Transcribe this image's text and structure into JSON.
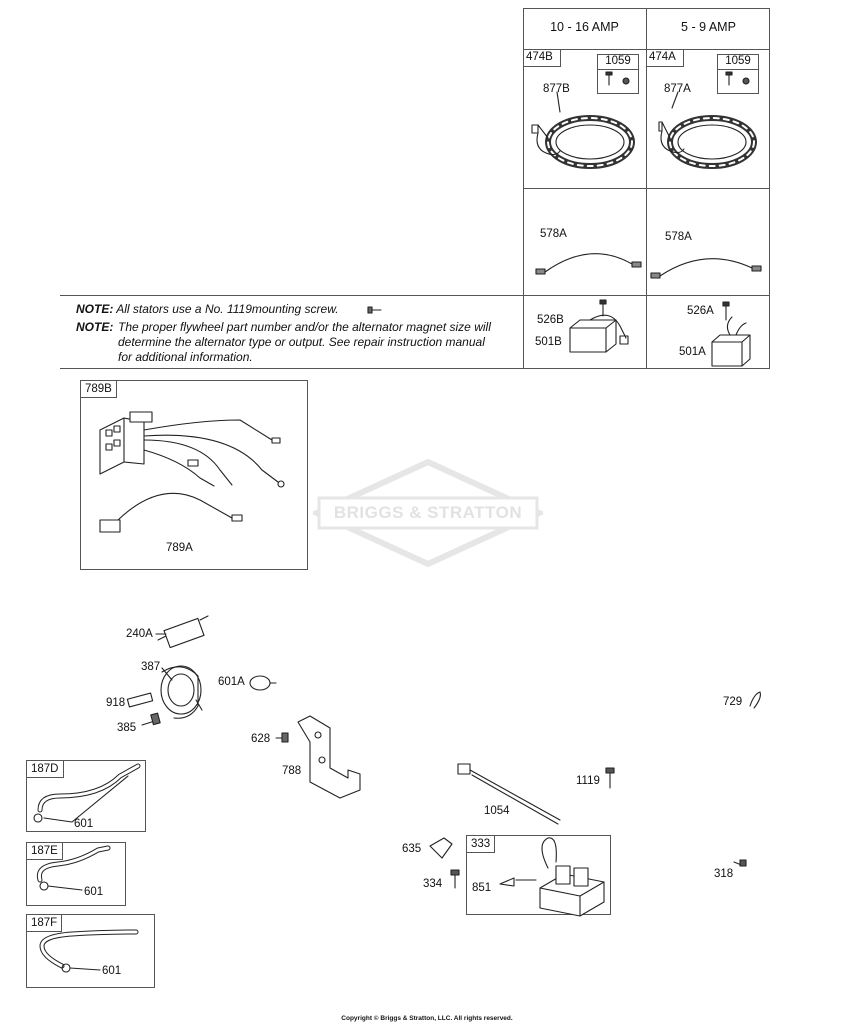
{
  "table": {
    "col1_header": "10 - 16 AMP",
    "col2_header": "5 - 9 AMP",
    "stator_b": "474B",
    "stator_a": "474A",
    "screw_kit_b": "1059",
    "screw_kit_a": "1059",
    "harness_b": "877B",
    "harness_a": "877A",
    "lead_b": "578A",
    "lead_a": "578A",
    "reg_screw_b": "526B",
    "reg_b": "501B",
    "reg_screw_a": "526A",
    "reg_a": "501A"
  },
  "note": {
    "label1": "NOTE:",
    "text1": "All stators use a No. 1119mounting screw.",
    "label2": "NOTE:",
    "text2a": "The proper flywheel part number and/or the alternator magnet size will",
    "text2b": "determine the alternator type or output. See repair instruction manual",
    "text2c": "for additional information."
  },
  "parts": {
    "box_789b": "789B",
    "p789a": "789A",
    "p240a": "240A",
    "p387": "387",
    "p601a": "601A",
    "p918": "918",
    "p385": "385",
    "p628": "628",
    "p788": "788",
    "box_187d": "187D",
    "p601_d": "601",
    "box_187e": "187E",
    "p601_e": "601",
    "box_187f": "187F",
    "p601_f": "601",
    "p1054": "1054",
    "p1119": "1119",
    "p729": "729",
    "p635": "635",
    "p334": "334",
    "box_333": "333",
    "p851": "851",
    "p318": "318"
  },
  "watermark": "BRIGGS & STRATTON",
  "copyright": "Copyright © Briggs & Stratton, LLC. All rights reserved."
}
